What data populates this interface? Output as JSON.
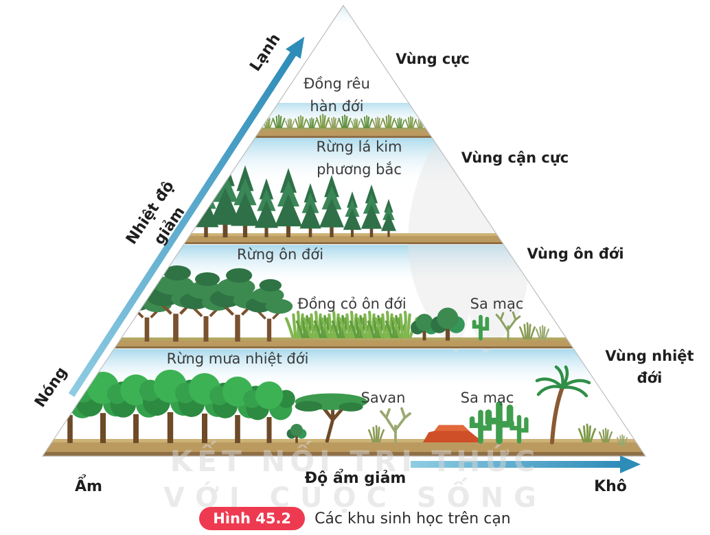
{
  "figure": {
    "caption_badge": "Hình 45.2",
    "caption_text": "Các khu sinh học trên cạn"
  },
  "axes": {
    "temperature": {
      "label": "Nhiệt độ giảm",
      "cold": "Lạnh",
      "hot": "Nóng"
    },
    "humidity": {
      "label": "Độ ẩm giảm",
      "humid": "Ẩm",
      "dry": "Khô"
    }
  },
  "zones": [
    {
      "label": "Vùng cực",
      "biomes": [
        "Đồng rêu hàn đới"
      ]
    },
    {
      "label": "Vùng cận cực",
      "biomes": [
        "Rừng lá kim phương bắc"
      ]
    },
    {
      "label": "Vùng ôn đới",
      "biomes": [
        "Rừng ôn đới",
        "Đồng cỏ ôn đới",
        "Sa mạc"
      ]
    },
    {
      "label": "Vùng nhiệt đới",
      "biomes": [
        "Rừng mưa nhiệt đới",
        "Savan",
        "Sa mạc"
      ]
    }
  ],
  "watermark": {
    "line1": "KẾT NỐI TRI THỨC",
    "line2": "VỚI CUỘC SỐNG"
  },
  "appearance": {
    "arrow_color_start": "#8fcce3",
    "arrow_color_end": "#2e8cb8",
    "badge_color": "#ee3a50",
    "sky_color": "#a9d9ec",
    "ground_color": "#bb9a60"
  }
}
